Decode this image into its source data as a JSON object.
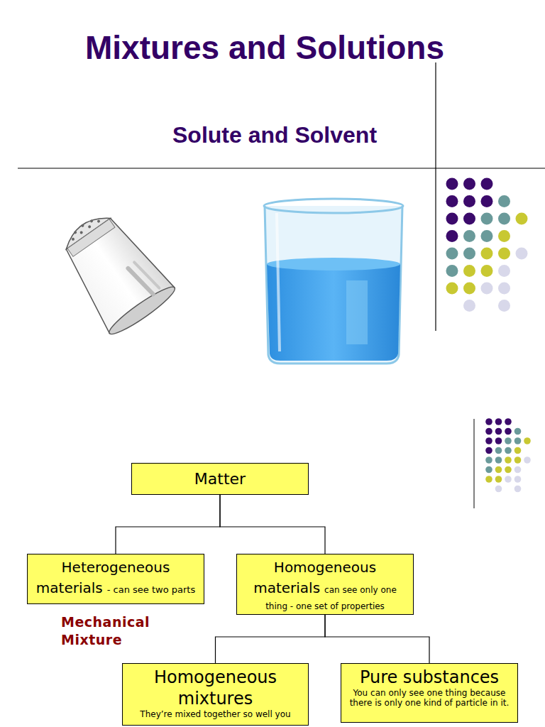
{
  "diagram": {
    "title": "Mixtures and Solutions",
    "nodes": [
      {
        "text": [
          "Matter"
        ]
      },
      {
        "text": [
          "Heterogeneous materials",
          "- can see two parts"
        ]
      },
      {
        "text": [
          "Homogeneous materials",
          "can see only one thing - one set of properties"
        ]
      },
      {
        "text": [
          "Homogeneous mixtures",
          "They’re mixed together so well you"
        ]
      },
      {
        "text": [
          "Pure substances",
          "You can only see one thing because there is only one kind of particle in it."
        ]
      }
    ],
    "edges": [
      {
        "from": 0,
        "to": 1,
        "arrow": "none"
      },
      {
        "from": 0,
        "to": 2,
        "arrow": "none"
      },
      {
        "from": 2,
        "to": 3,
        "arrow": "none"
      },
      {
        "from": 2,
        "to": 4,
        "arrow": "none"
      }
    ],
    "labels": [
      "Solute and Solvent",
      "Mechanical Mixture"
    ]
  }
}
